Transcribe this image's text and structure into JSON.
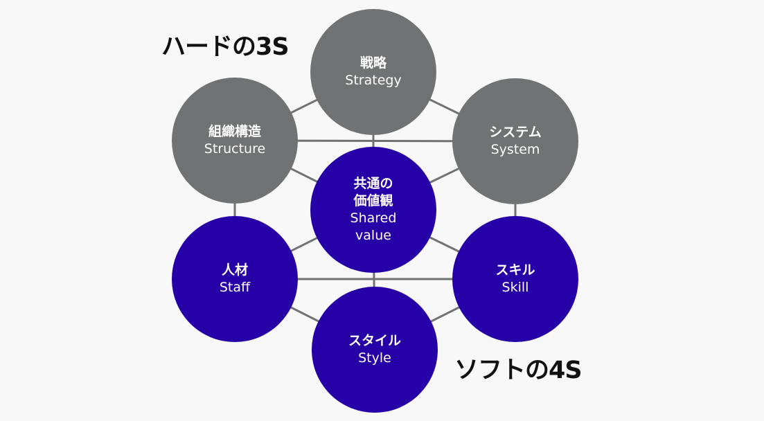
{
  "colors": {
    "hard": "#717274",
    "soft": "#2600a6",
    "connector": "#717274",
    "background": "#f8f8f8"
  },
  "labels": {
    "hard_group": "ハードの3S",
    "soft_group": "ソフトの4S"
  },
  "nodes": {
    "strategy": {
      "jp": "戦略",
      "en": "Strategy"
    },
    "structure": {
      "jp": "組織構造",
      "en": "Structure"
    },
    "system": {
      "jp": "システム",
      "en": "System"
    },
    "shared_value": {
      "jp": "共通の\n価値観",
      "en": "Shared\nvalue"
    },
    "staff": {
      "jp": "人材",
      "en": "Staff"
    },
    "skill": {
      "jp": "スキル",
      "en": "Skill"
    },
    "style": {
      "jp": "スタイル",
      "en": "Style"
    }
  }
}
